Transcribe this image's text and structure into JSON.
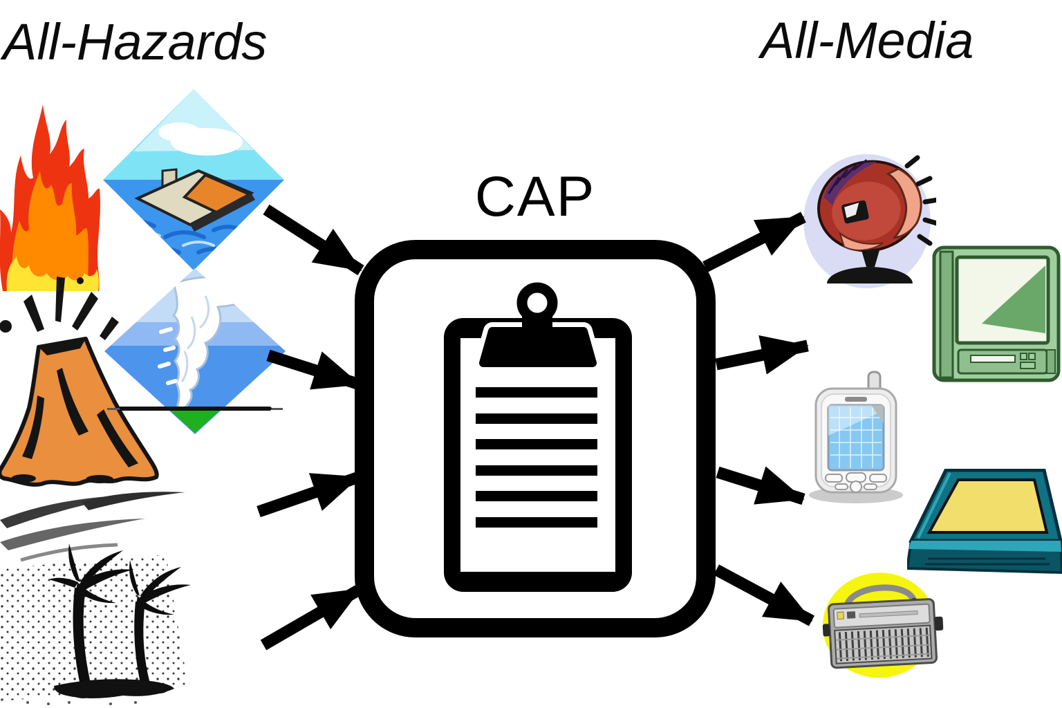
{
  "diagram": {
    "left_label": "All-Hazards",
    "center_label": "CAP",
    "right_label": "All-Media",
    "hazard_icons": [
      {
        "name": "fire-icon",
        "meaning": "wildfire"
      },
      {
        "name": "flood-icon",
        "meaning": "flood (house in water)"
      },
      {
        "name": "volcano-icon",
        "meaning": "volcanic eruption"
      },
      {
        "name": "tornado-icon",
        "meaning": "tornado"
      },
      {
        "name": "storm-icon",
        "meaning": "hurricane / wind storm"
      }
    ],
    "media_icons": [
      {
        "name": "siren-icon",
        "meaning": "warning siren loudspeaker"
      },
      {
        "name": "tv-icon",
        "meaning": "television"
      },
      {
        "name": "phone-icon",
        "meaning": "mobile phone / PDA"
      },
      {
        "name": "laptop-icon",
        "meaning": "laptop computer"
      },
      {
        "name": "radio-icon",
        "meaning": "portable radio"
      }
    ],
    "center_symbol": {
      "name": "clipboard-icon",
      "meaning": "CAP alert message document",
      "text_lines": 6
    },
    "arrows": {
      "into_cap": 4,
      "out_of_cap": 4,
      "color": "#000000"
    },
    "colors": {
      "background": "#ffffff",
      "text": "#0b0b0b",
      "cap_box_border": "#000000",
      "fire_red": "#ee3311",
      "fire_orange": "#ff8a00",
      "fire_yellow": "#ffe433",
      "flood_sky_cyan": "#7fe3f6",
      "flood_water_blue": "#3d96ee",
      "flood_roof_orange": "#e8852b",
      "flood_wall_tan": "#dfdac0",
      "volcano_orange": "#e98f3d",
      "tornado_sky_blue": "#4d94ec",
      "tornado_ground_green": "#1faf1f",
      "siren_bg_lavender": "#d9dcf4",
      "siren_maroon": "#a93226",
      "siren_salmon": "#f2a48b",
      "tv_green": "#9fce9f",
      "tv_screen": "#f2f7ea",
      "phone_silver": "#ededed",
      "phone_screen_blue": "#85c8f2",
      "laptop_teal": "#0f7285",
      "laptop_screen_yellow": "#f2de6a",
      "radio_gray": "#ababab",
      "radio_bg_yellow": "#f5f50f"
    }
  }
}
